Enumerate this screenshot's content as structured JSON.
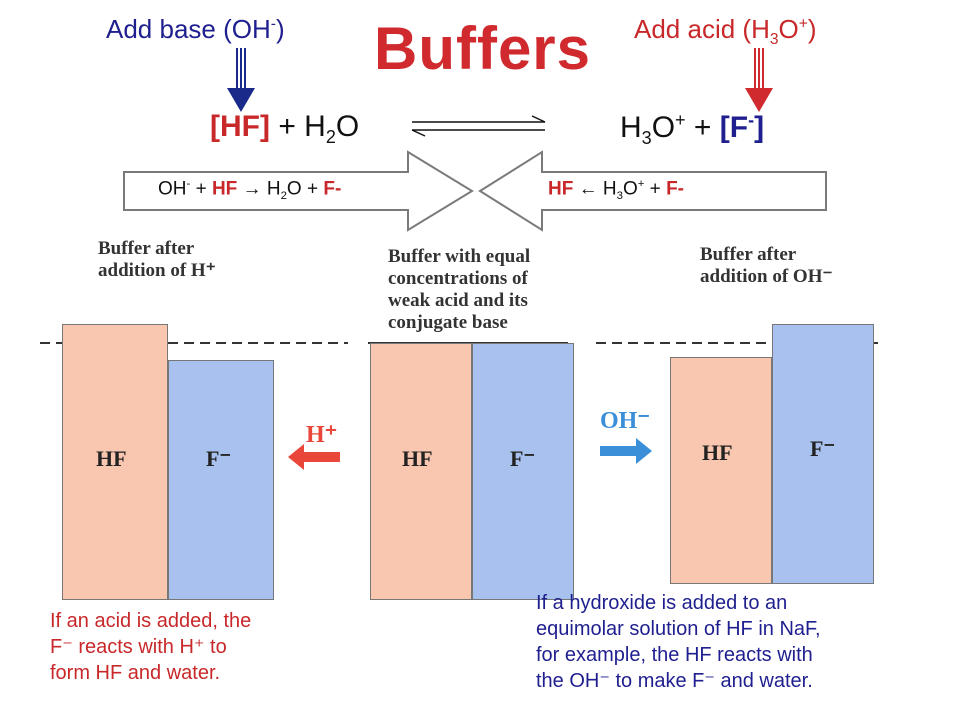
{
  "header": {
    "title": "Buffers",
    "add_base": {
      "text": "Add base (OH",
      "sup": "-",
      "close": ")"
    },
    "add_acid": {
      "text": "Add acid (H",
      "sub": "3",
      "mid": "O",
      "sup": "+",
      "close": ")"
    }
  },
  "equilibrium": {
    "left": {
      "hf": "[HF]",
      "plus": " + H",
      "sub": "2",
      "o": "O"
    },
    "right": {
      "h": "H",
      "sub": "3",
      "o": "O",
      "sup": "+",
      "plus": " +  ",
      "fm": "[F",
      "fm_sup": "-",
      "close": "]"
    }
  },
  "reactions": {
    "base": {
      "oh": "OH",
      "oh_sup": "-",
      "plus1": " + ",
      "hf": "HF",
      "arrow": " → ",
      "h2o": "H",
      "h2o_sub": "2",
      "h2o_o": "O + ",
      "fm": "F-"
    },
    "acid": {
      "hf": "HF",
      "arrow": " ← ",
      "h": "H",
      "h_sub": "3",
      "h_o": "O",
      "h_sup": "+",
      "plus": "  +  ",
      "fm": "F-"
    }
  },
  "panels": {
    "left_caption": [
      "Buffer after",
      "addition of H⁺"
    ],
    "center_caption": [
      "Buffer with equal",
      "concentrations of",
      "weak acid and its",
      "conjugate base"
    ],
    "right_caption": [
      "Buffer after",
      "addition of OH⁻"
    ],
    "hf_label": "HF",
    "f_label": "F⁻",
    "h_plus_label": "H⁺",
    "oh_minus_label": "OH⁻"
  },
  "relative_amounts": {
    "after_acid": {
      "HF": 1.1,
      "F": 0.9
    },
    "equal": {
      "HF": 1.0,
      "F": 1.0
    },
    "after_base": {
      "HF": 0.9,
      "F": 1.1
    }
  },
  "notes": {
    "acid_note": [
      "If an acid is added, the",
      "F⁻ reacts with H⁺ to",
      "form HF and water."
    ],
    "base_note": [
      "If a hydroxide is added to an",
      "equimolar solution of HF in NaF,",
      "for example, the HF reacts with",
      "the OH⁻ to make F⁻ and water."
    ]
  },
  "colors": {
    "title": "#d02a2e",
    "blue_text": "#1f1f8f",
    "red_text": "#c8282a",
    "hf_fill": "#f9c7b0",
    "f_fill": "#a8c1ee",
    "down_arrow_base": "#1a2a8a",
    "down_arrow_acid": "#d02a2e",
    "h_arrow": "#e8473a",
    "oh_arrow": "#3a8fd8"
  }
}
